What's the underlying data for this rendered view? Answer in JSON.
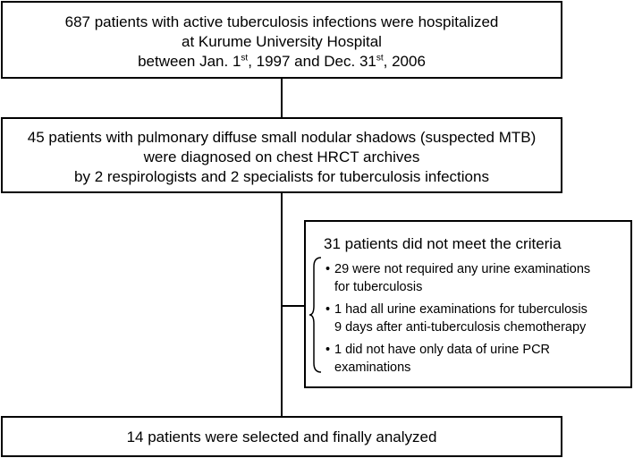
{
  "flowchart": {
    "box1": {
      "line1": "687 patients with active tuberculosis infections were hospitalized",
      "line2": "at Kurume University Hospital",
      "line3_pre": "between Jan. 1",
      "line3_sup1": "st",
      "line3_mid": ", 1997 and Dec. 31",
      "line3_sup2": "st",
      "line3_post": ", 2006"
    },
    "box2": {
      "line1": "45 patients with pulmonary diffuse small nodular shadows (suspected MTB)",
      "line2": "were diagnosed on chest HRCT archives",
      "line3": "by 2 respirologists and 2 specialists for tuberculosis infections"
    },
    "exclusion": {
      "heading": "31 patients did not meet the criteria",
      "bullet": "•",
      "items": [
        {
          "line1": "29 were not required any urine examinations",
          "line2": "for tuberculosis"
        },
        {
          "line1": "1 had all urine examinations for tuberculosis",
          "line2": "9 days after anti-tuberculosis chemotherapy"
        },
        {
          "line1": "1 did not have only data of urine PCR",
          "line2": "examinations"
        }
      ]
    },
    "box4": {
      "line1": "14 patients were selected and finally analyzed"
    }
  }
}
